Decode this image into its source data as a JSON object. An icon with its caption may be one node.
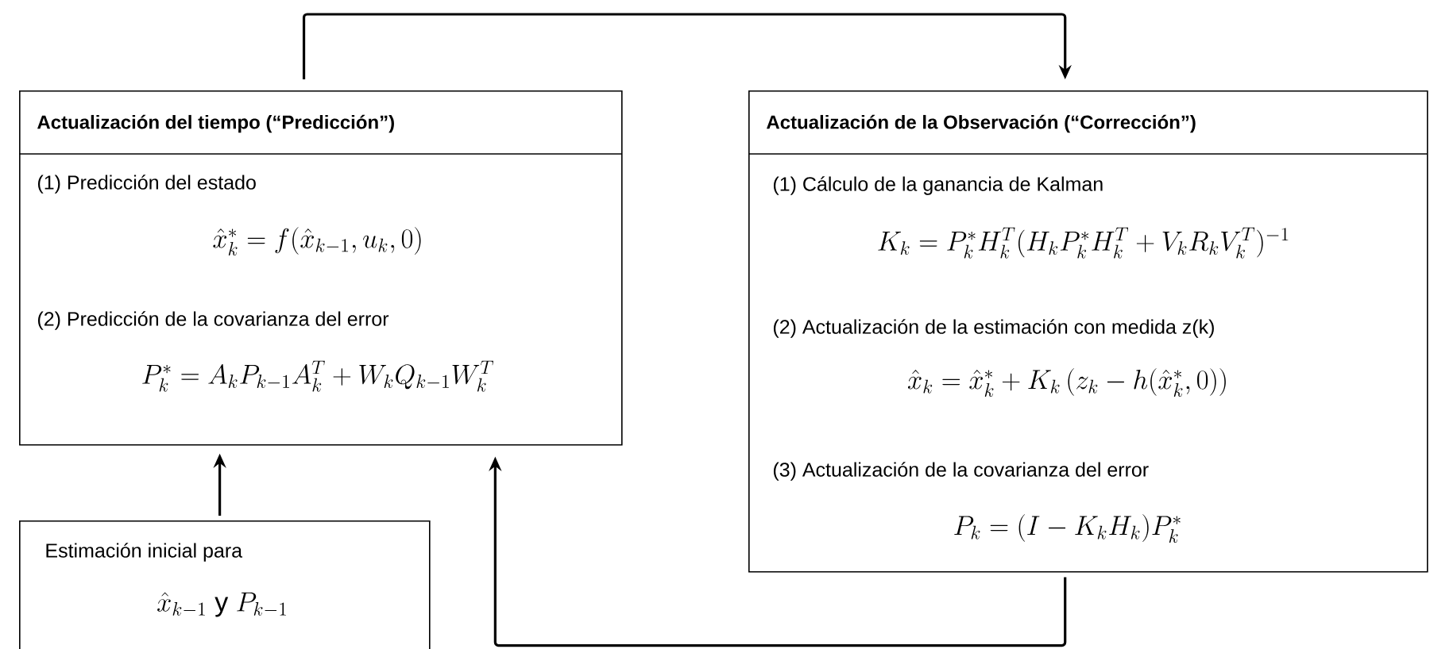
{
  "diagram": {
    "nodes": [
      {
        "text": [
          "Actualización del tiempo (“Predicción”)",
          "(1) Predicción del estado",
          "\\hat{x}_k^* = f(\\hat{x}_{k-1},u_k,0)",
          "(2) Predicción de la covarianza del error",
          "P_k^* = A_k P_{k-1} A_k^T + W_k Q_{k-1} W_k^T"
        ]
      },
      {
        "text": [
          "Actualización de la Observación (“Corrección”)",
          "(1) Cálculo de la ganancia de Kalman",
          "K_k = P_k^* H_k^T (H_k P_k^* H_k^T + V_k R_k V_k^T)^{-1}",
          "(2) Actualización de la estimación con medida z(k)",
          "\\hat{x}_k = \\hat{x}_k^* + K_k\\left(z_k - h(\\hat{x}_k^*,0)\\right)",
          "(3) Actualización de la covarianza del error",
          "P_k = (I - K_k H_k) P_k^*"
        ]
      },
      {
        "text": [
          "Estimación inicial para",
          "\\hat{x}_{k-1}\\ \\mathrm{y}\\ P_{k-1}"
        ]
      }
    ],
    "edges": [
      {
        "from": 0,
        "to": 1,
        "arrow": "to"
      },
      {
        "from": 2,
        "to": 0,
        "arrow": "to"
      },
      {
        "from": 1,
        "to": 0,
        "arrow": "to"
      }
    ]
  }
}
